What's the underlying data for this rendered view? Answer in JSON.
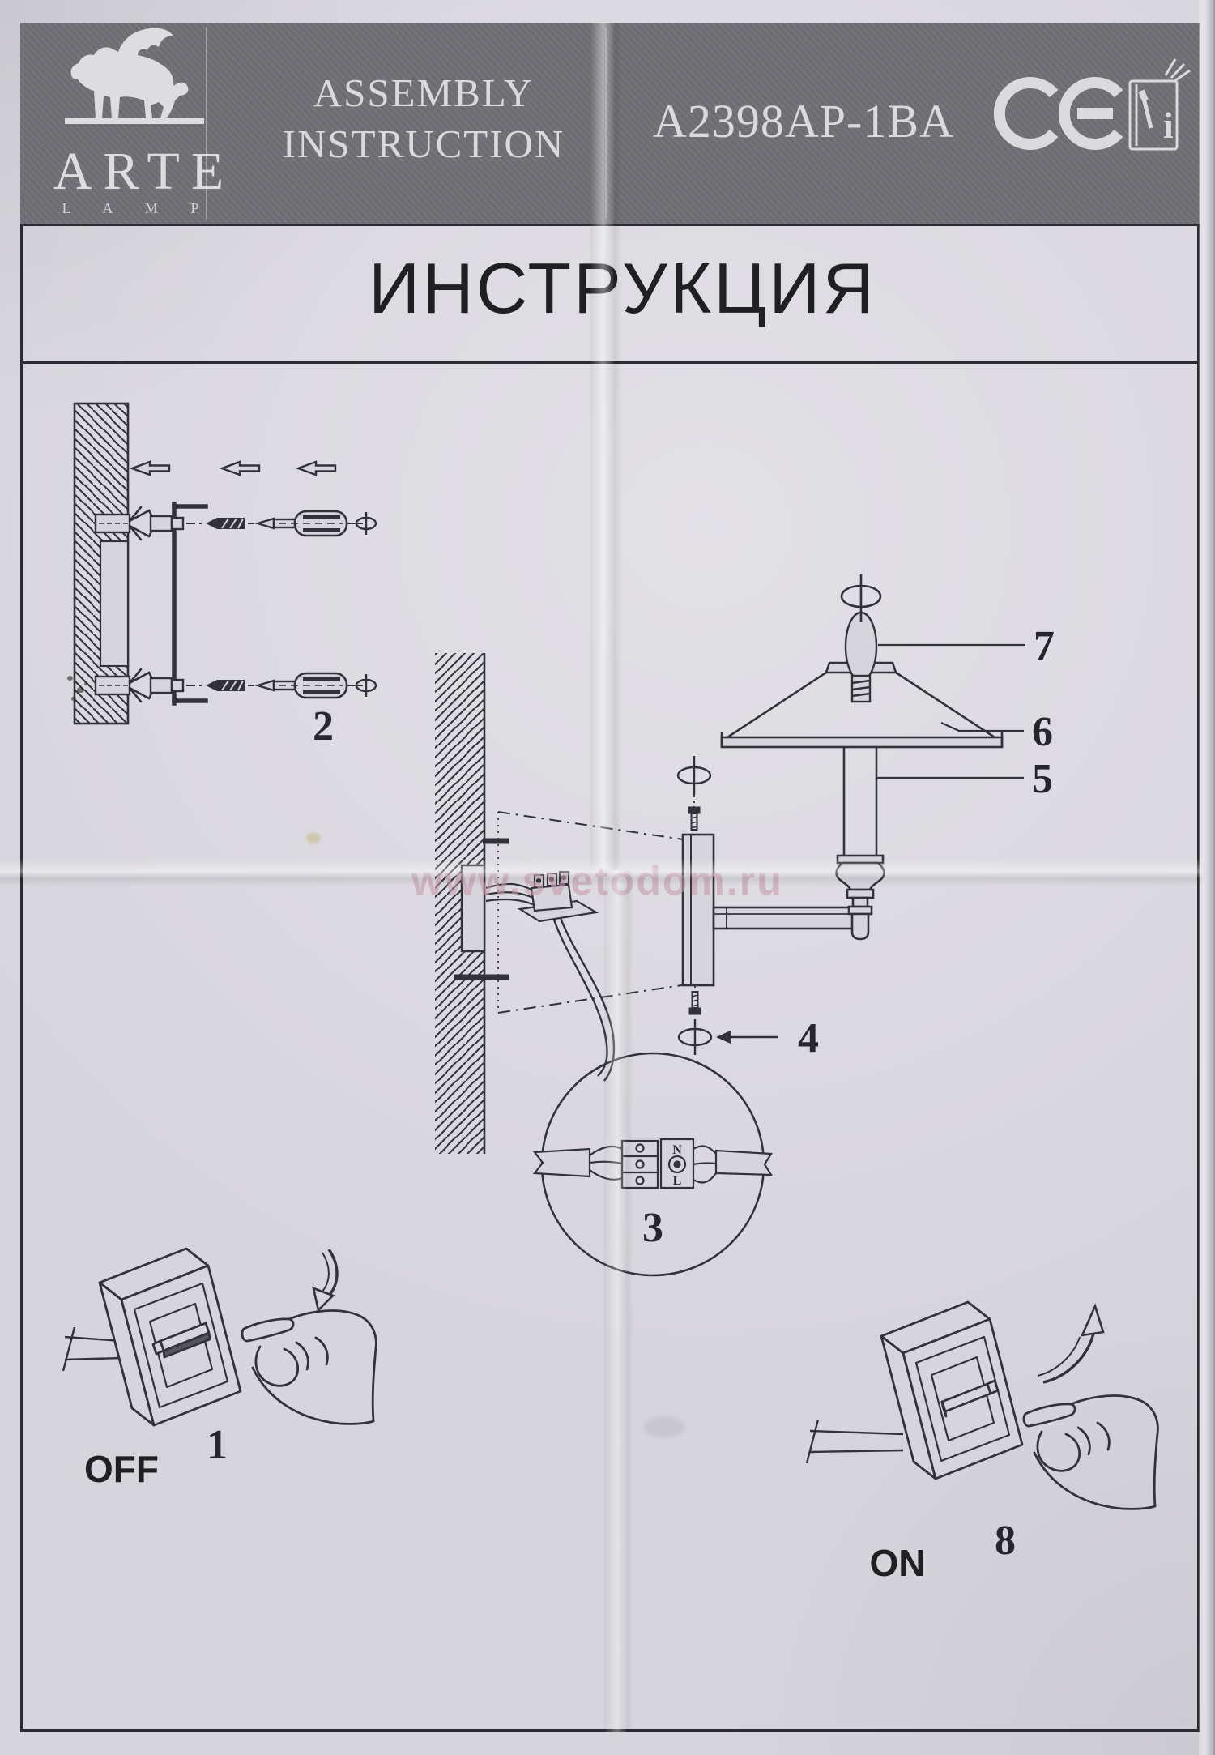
{
  "header": {
    "brand": "ARTE",
    "brand_sub": "L A M P",
    "assembly_line1": "ASSEMBLY",
    "assembly_line2": "INSTRUCTION",
    "model": "A2398AP-1BA",
    "ce_mark": "CE",
    "manual_icon": "instruction-booklet-icon",
    "manual_icon_letter": "i"
  },
  "title": "ИНСТРУКЦИЯ",
  "watermark": "www.svetodom.ru",
  "callouts": {
    "switch_off_step": "1",
    "wall_anchors_step": "2",
    "wiring_detail": "3",
    "bracket_screw": "4",
    "stem": "5",
    "shade": "6",
    "bulb": "7",
    "switch_on_step": "8"
  },
  "switch_labels": {
    "off": "OFF",
    "on": "ON"
  },
  "terminal_labels": {
    "neutral": "N",
    "live": "L"
  },
  "colors": {
    "paper": "#d7d5dc",
    "ink": "#32323a",
    "header_bg": "#717076",
    "header_text": "#dcdce1",
    "watermark_pink": "#c79aab"
  }
}
